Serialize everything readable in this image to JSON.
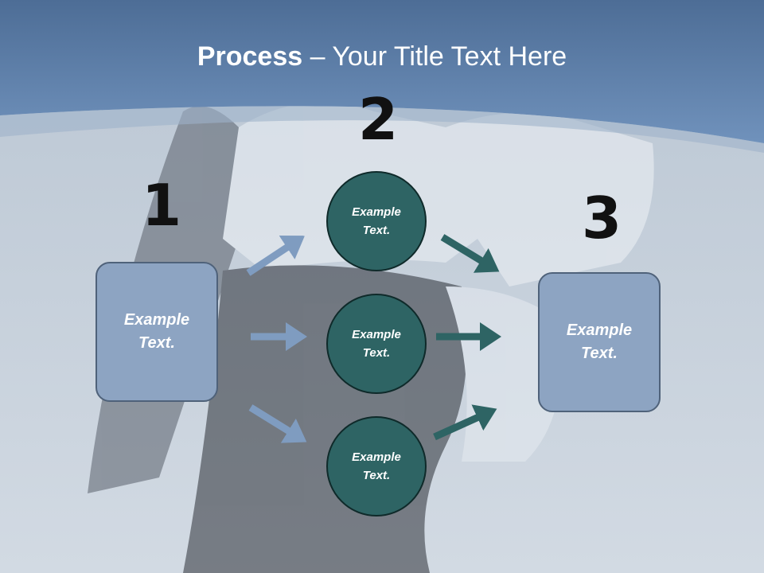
{
  "title": {
    "bold": "Process",
    "rest": " – Your Title Text Here"
  },
  "steps": {
    "one": "1",
    "two": "2",
    "three": "3"
  },
  "left_box": {
    "text": "Example Text."
  },
  "circles": [
    {
      "text": "Example Text."
    },
    {
      "text": "Example Text."
    },
    {
      "text": "Example Text."
    }
  ],
  "right_box": {
    "text": "Example Text."
  },
  "colors": {
    "header": "#5e7fa8",
    "box": "#8da4c2",
    "circle": "#2e6464",
    "arrow_in": "#7f9cc0",
    "arrow_out": "#2e6464"
  }
}
